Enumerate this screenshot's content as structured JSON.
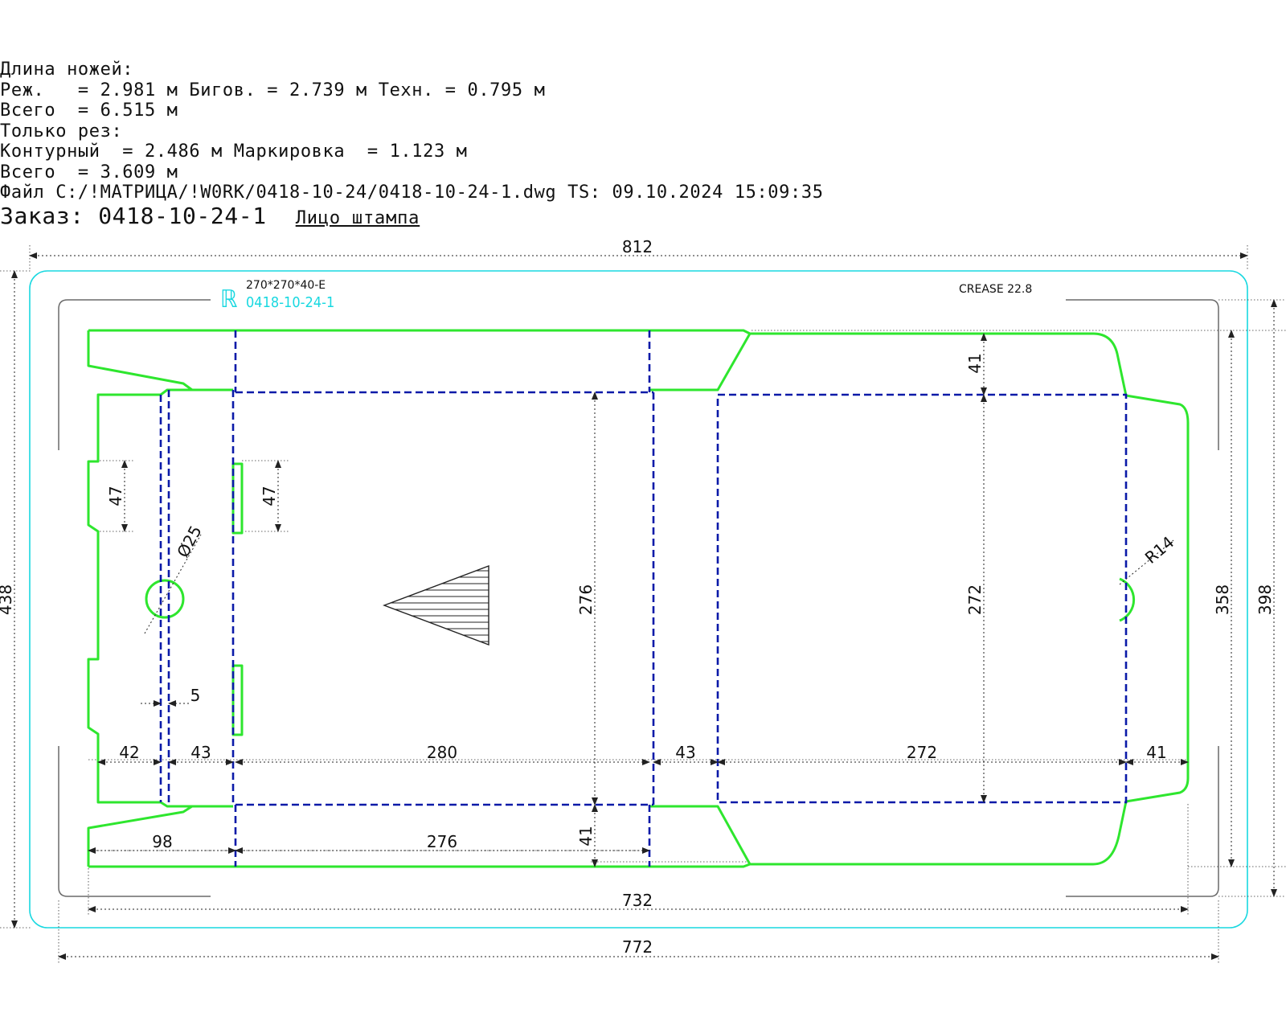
{
  "header": {
    "lines": [
      "Длина ножей:",
      "Реж.   = 2.981 м Бигов. = 2.739 м Техн. = 0.795 м",
      "Всего  = 6.515 м",
      "Только рез:",
      "Контурный  = 2.486 м Маркировка  = 1.123 м",
      "Всего  = 3.609 м",
      "Файл C:/!МАТРИЦА/!W0RK/0418-10-24/0418-10-24-1.dwg TS: 09.10.2024 15:09:35"
    ],
    "order_label": "Заказ: 0418-10-24-1",
    "face_label": "Лицо штампа"
  },
  "drawing": {
    "stamp_spec": "270*270*40-E",
    "stamp_code": "0418-10-24-1",
    "crease_label": "CREASE 22.8",
    "dimensions": {
      "overall_width": "812",
      "overall_height": "438",
      "board_width": "772",
      "blank_width": "732",
      "height_398": "398",
      "height_358": "358",
      "panel_height_276": "276",
      "panel_height_272": "272",
      "flap_41_top": "41",
      "flap_41_bottom": "41",
      "tab_47_left": "47",
      "tab_47_inner": "47",
      "hole_diameter": "Ø25",
      "radius": "R14",
      "gap_5": "5",
      "seg_42": "42",
      "seg_43a": "43",
      "seg_280": "280",
      "seg_43b": "43",
      "seg_272": "272",
      "seg_41": "41",
      "seg_98": "98",
      "seg_276": "276"
    },
    "colors": {
      "cut": "#2ee62e",
      "crease": "#0a1aa8",
      "border": "#18d8e0",
      "dimension": "#222222"
    }
  }
}
